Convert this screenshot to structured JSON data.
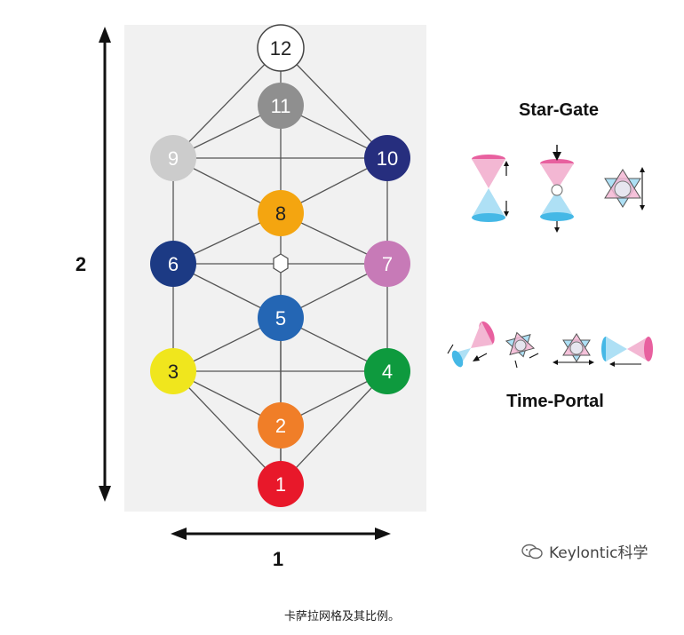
{
  "diagram": {
    "colors": {
      "background_panel": "#f1f1f1",
      "edge": "#555555",
      "pink": "#e04a93",
      "cyan": "#3fb4e3"
    },
    "nodes": [
      {
        "label": "1",
        "color": "#e8182a",
        "text_color": "#ffffff"
      },
      {
        "label": "2",
        "color": "#f07e28",
        "text_color": "#ffffff"
      },
      {
        "label": "3",
        "color": "#f0e61d",
        "text_color": "#222222"
      },
      {
        "label": "4",
        "color": "#0e9a3e",
        "text_color": "#ffffff"
      },
      {
        "label": "5",
        "color": "#2466b4",
        "text_color": "#ffffff"
      },
      {
        "label": "6",
        "color": "#1c3a84",
        "text_color": "#ffffff"
      },
      {
        "label": "7",
        "color": "#c77ab7",
        "text_color": "#ffffff"
      },
      {
        "label": "8",
        "color": "#f4a510",
        "text_color": "#222222"
      },
      {
        "label": "9",
        "color": "#cccccc",
        "text_color": "#ffffff"
      },
      {
        "label": "10",
        "color": "#262e7e",
        "text_color": "#ffffff"
      },
      {
        "label": "11",
        "color": "#8f8f8f",
        "text_color": "#ffffff"
      },
      {
        "label": "12",
        "color": "#ffffff",
        "text_color": "#222222"
      }
    ],
    "edges": [
      [
        "1",
        "2"
      ],
      [
        "1",
        "3"
      ],
      [
        "1",
        "4"
      ],
      [
        "2",
        "3"
      ],
      [
        "2",
        "4"
      ],
      [
        "3",
        "4"
      ],
      [
        "2",
        "5"
      ],
      [
        "5",
        "1"
      ],
      [
        "3",
        "5"
      ],
      [
        "4",
        "5"
      ],
      [
        "3",
        "6"
      ],
      [
        "4",
        "7"
      ],
      [
        "5",
        "6"
      ],
      [
        "5",
        "7"
      ],
      [
        "6",
        "7"
      ],
      [
        "6",
        "8"
      ],
      [
        "7",
        "8"
      ],
      [
        "5",
        "8"
      ],
      [
        "6",
        "9"
      ],
      [
        "7",
        "10"
      ],
      [
        "8",
        "9"
      ],
      [
        "8",
        "10"
      ],
      [
        "9",
        "10"
      ],
      [
        "9",
        "11"
      ],
      [
        "10",
        "11"
      ],
      [
        "11",
        "8"
      ],
      [
        "9",
        "12"
      ],
      [
        "10",
        "12"
      ],
      [
        "11",
        "12"
      ]
    ],
    "center_marker": "hexagon",
    "vertical_dimension_label": "2",
    "horizontal_dimension_label": "1",
    "star_gate_title": "Star-Gate",
    "time_portal_title": "Time-Portal"
  },
  "watermark": "Keylontic科学",
  "caption": "卡萨拉网格及其比例。"
}
